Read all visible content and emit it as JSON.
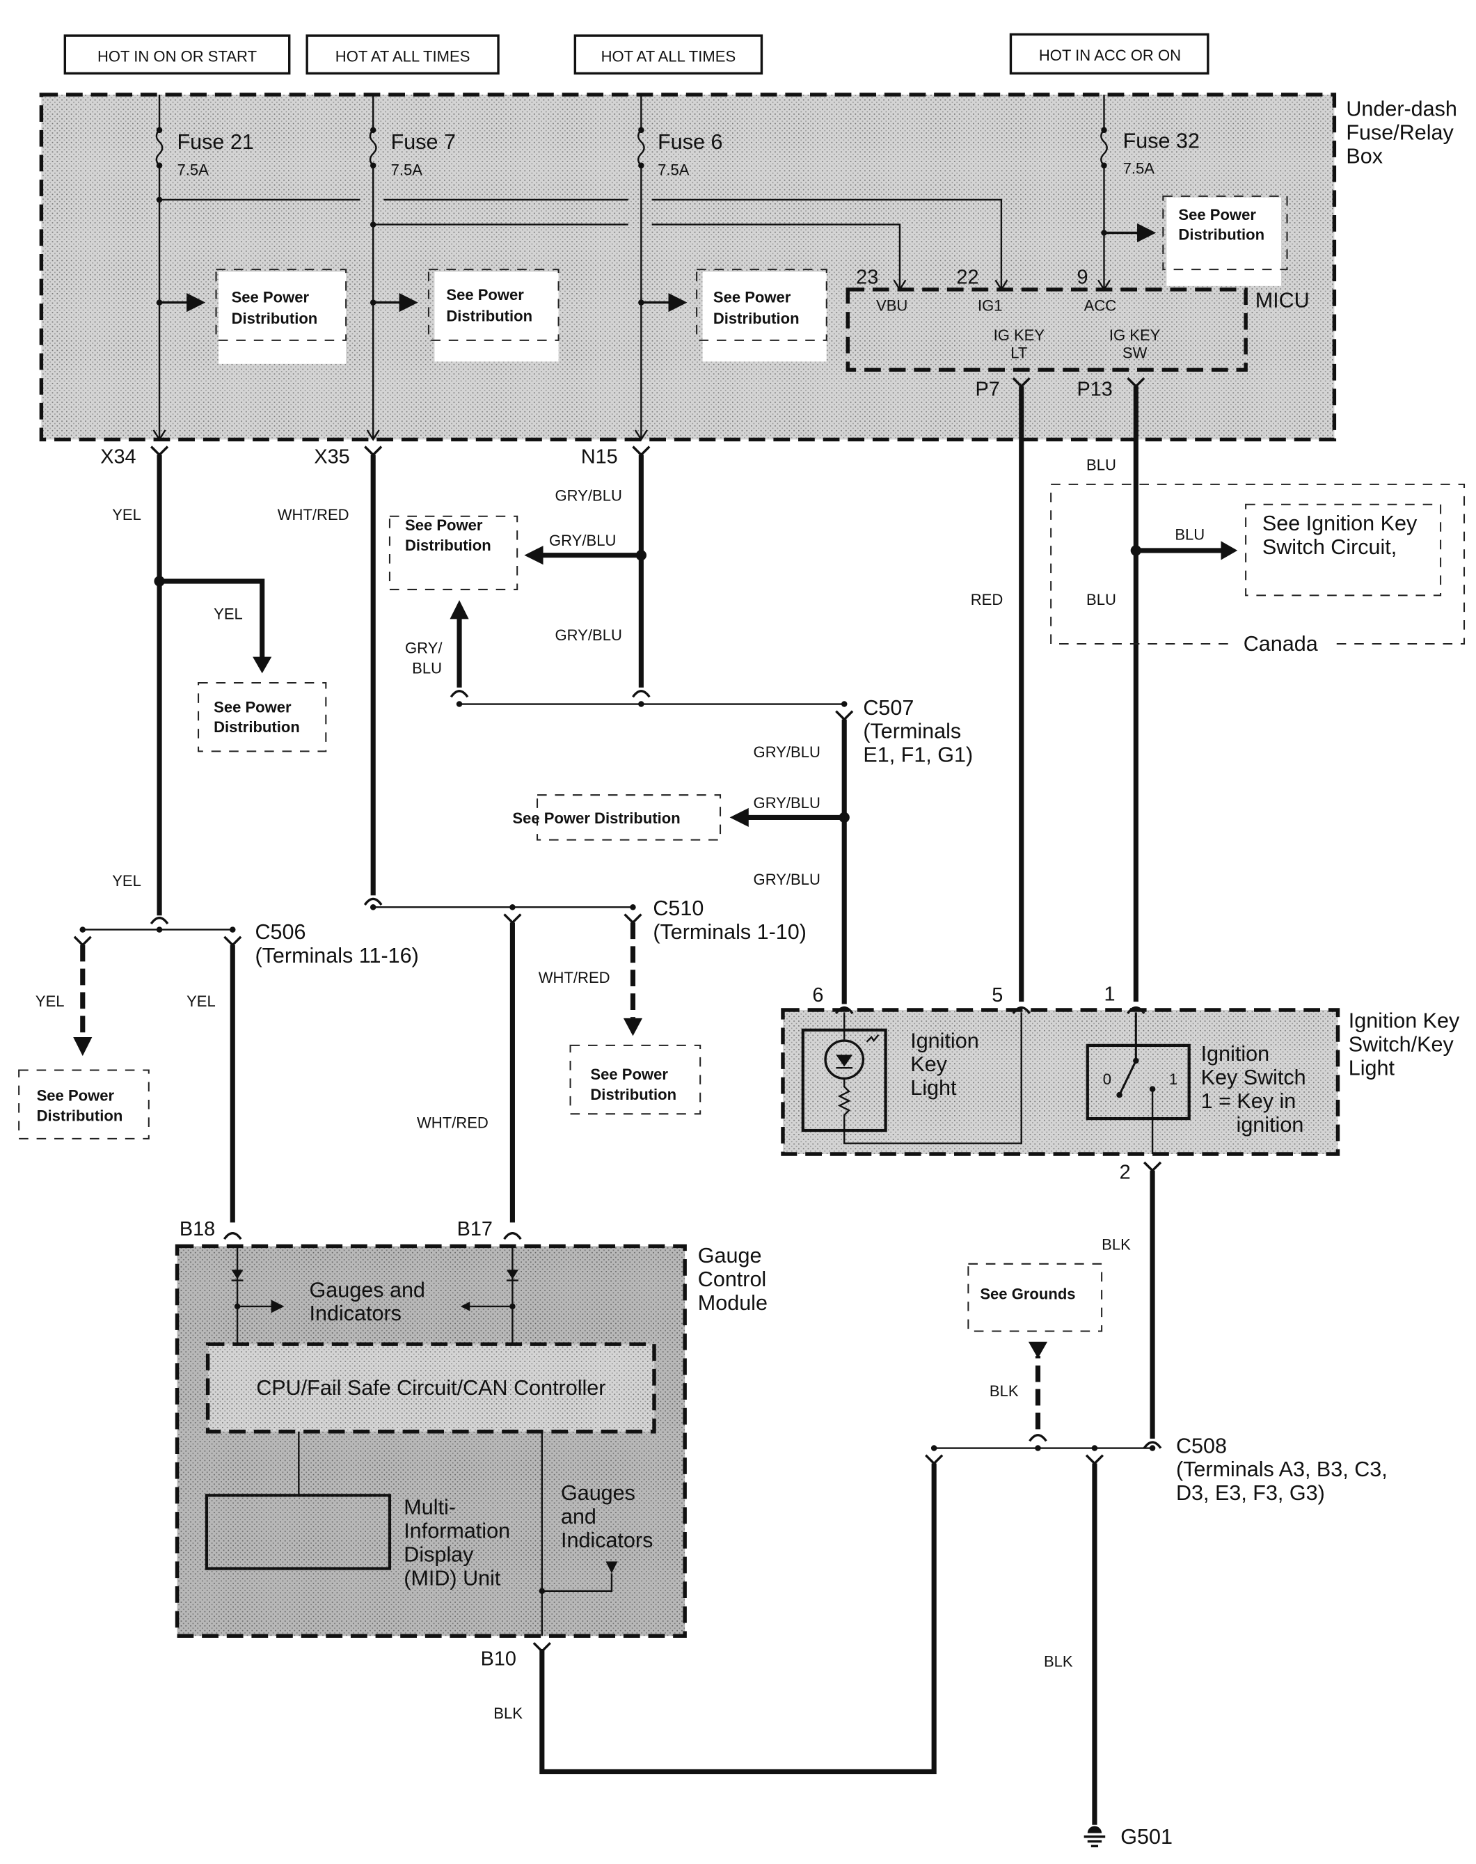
{
  "supply_labels": {
    "fuse21_supply": "HOT IN ON OR START",
    "fuse7_supply": "HOT AT ALL TIMES",
    "fuse6_supply": "HOT AT ALL TIMES",
    "fuse32_supply": "HOT IN ACC OR ON"
  },
  "fuse_box": {
    "title_line1": "Under-dash",
    "title_line2": "Fuse/Relay",
    "title_line3": "Box",
    "fuses": [
      {
        "name": "Fuse 21",
        "rating": "7.5A"
      },
      {
        "name": "Fuse 7",
        "rating": "7.5A"
      },
      {
        "name": "Fuse 6",
        "rating": "7.5A"
      },
      {
        "name": "Fuse 32",
        "rating": "7.5A"
      }
    ],
    "terminals": {
      "x34": "X34",
      "x35": "X35",
      "n15": "N15"
    }
  },
  "micu": {
    "label": "MICU",
    "pins": {
      "p23": "23",
      "p22": "22",
      "p9": "9",
      "p7": "P7",
      "p13": "P13"
    },
    "signals": {
      "vbu": "VBU",
      "ig1": "IG1",
      "acc": "ACC",
      "ig_key_lt_1": "IG KEY",
      "ig_key_lt_2": "LT",
      "ig_key_sw_1": "IG KEY",
      "ig_key_sw_2": "SW"
    }
  },
  "refs": {
    "see_power_line1": "See Power",
    "see_power_line2": "Distribution",
    "see_power_single": "See Power Distribution",
    "see_grounds": "See Grounds",
    "see_ign_line1": "See Ignition Key",
    "see_ign_line2": "Switch Circuit,"
  },
  "wire_colors": {
    "yel": "YEL",
    "wht_red": "WHT/RED",
    "gry_blu": "GRY/BLU",
    "gry_slash": "GRY/",
    "blu": "BLU",
    "red": "RED",
    "blk": "BLK"
  },
  "canada_label": "Canada",
  "connectors": {
    "c507": {
      "name": "C507",
      "line2": "(Terminals",
      "line3": "E1, F1, G1)"
    },
    "c506": {
      "name": "C506",
      "line2": "(Terminals 11-16)"
    },
    "c510": {
      "name": "C510",
      "line2": "(Terminals 1-10)"
    },
    "c508": {
      "name": "C508",
      "line2": "(Terminals A3, B3, C3,",
      "line3": "D3, E3, F3, G3)"
    }
  },
  "ignition_key": {
    "title_line1": "Ignition Key",
    "title_line2": "Switch/Key",
    "title_line3": "Light",
    "pins": {
      "p6": "6",
      "p5": "5",
      "p1": "1",
      "p2": "2"
    },
    "light_line1": "Ignition",
    "light_line2": "Key",
    "light_line3": "Light",
    "switch_line1": "Ignition",
    "switch_line2": "Key Switch",
    "switch_line3": "1 = Key in",
    "switch_line4": "ignition",
    "switch_pos0": "0",
    "switch_pos1": "1"
  },
  "gauge_module": {
    "title_line1": "Gauge",
    "title_line2": "Control",
    "title_line3": "Module",
    "pins": {
      "b18": "B18",
      "b17": "B17",
      "b10": "B10"
    },
    "gauges_line1": "Gauges and",
    "gauges_line2": "Indicators",
    "cpu": "CPU/Fail Safe Circuit/CAN Controller",
    "mid_line1": "Multi-",
    "mid_line2": "Information",
    "mid_line3": "Display",
    "mid_line4": "(MID) Unit",
    "g2_line1": "Gauges",
    "g2_line2": "and",
    "g2_line3": "Indicators"
  },
  "ground": {
    "name": "G501"
  }
}
